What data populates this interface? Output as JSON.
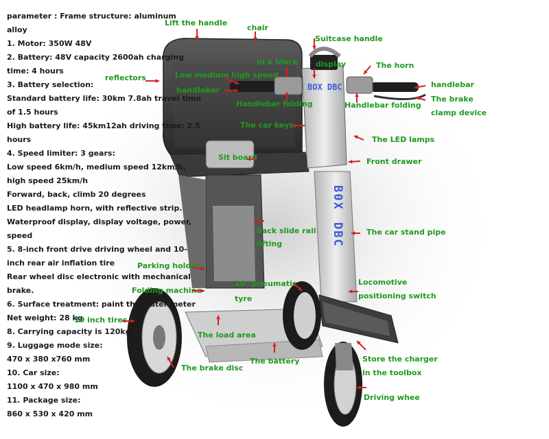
{
  "spec_lines": [
    "parameter :  Frame structure: aluminum",
    "alloy",
    "1. Motor: 350W 48V",
    "2. Battery: 48V capacity 2600ah charging",
    "time: 4 hours",
    "3. Battery selection:",
    "Standard battery life: 30km 7.8ah travel time",
    "of 1.5 hours",
    "High battery life: 45km12ah driving time: 2.5",
    "hours",
    "4. Speed limiter: 3 gears:",
    "Low speed 6km/h, medium speed 12km/h,",
    "high speed 25km/h",
    "Forward, back, climb 20 degrees",
    "LED headlamp horn, with reflective strip.",
    "Waterproof display, display voltage, power,",
    "speed",
    "5. 8-inch front drive driving wheel and 10-",
    "inch rear air inflation tire",
    "Rear wheel disc electronic with mechanical",
    "brake.",
    "6. Surface treatment: paint the water meter",
    "Net weight: 28 kg",
    "8. Carrying capacity is 120kg",
    "9. Luggage mode size:",
    "470 x 380 x760 mm",
    "10. Car size:",
    "1100 x 470 x 980 mm",
    "11. Package size:",
    "860 x 530 x 420 mm"
  ],
  "callouts": {
    "lift_handle": "Lift the handle",
    "chair": "chair",
    "suitcase_handle": "Suitcase handle",
    "in_a_block": "In a block",
    "display": "display",
    "the_horn": "The horn",
    "reflectors": "reflectors",
    "speed_modes": "Low medium high speed",
    "handlebar_left": "handlebar",
    "handlebar_right": "handlebar",
    "handlebar_folding_left": "Handlebar folding",
    "handlebar_folding_right": "Handlebar folding",
    "brake_line1": "The brake",
    "brake_line2": "clamp device",
    "car_keys": "The car keys",
    "led_lamps": "The LED lamps",
    "sit_board": "Sit board",
    "front_drawer": "Front drawer",
    "back_slide_rail": "back slide rail",
    "lifting": "lifting",
    "car_stand_pipe": "The car stand pipe",
    "parking_holder": "Parking holder",
    "folding_machine": "Folding machine",
    "pneumatic_line1": "10 \"pneumatic",
    "pneumatic_line2": "tyre",
    "locomotive_line1": "Locomotive",
    "locomotive_line2": "positioning switch",
    "ten_inch_tires": "10 inch tires",
    "load_area": "The load area",
    "the_battery": "The battery",
    "brake_disc": "The brake disc",
    "store_charger_line1": "Store the charger",
    "store_charger_line2": "in the toolbox",
    "driving_wheel": "Driving whee"
  },
  "watermarks": {
    "handlebar_badge": "BOX DBC",
    "stem_line1": "B0X",
    "stem_line2": "DBC"
  },
  "colors": {
    "label_green": "#1f9a1f",
    "arrow_red": "#d22020",
    "watermark_blue": "#3b5bd6",
    "frame_gray": "#c8c8c8",
    "tire_black": "#1c1c1c"
  }
}
